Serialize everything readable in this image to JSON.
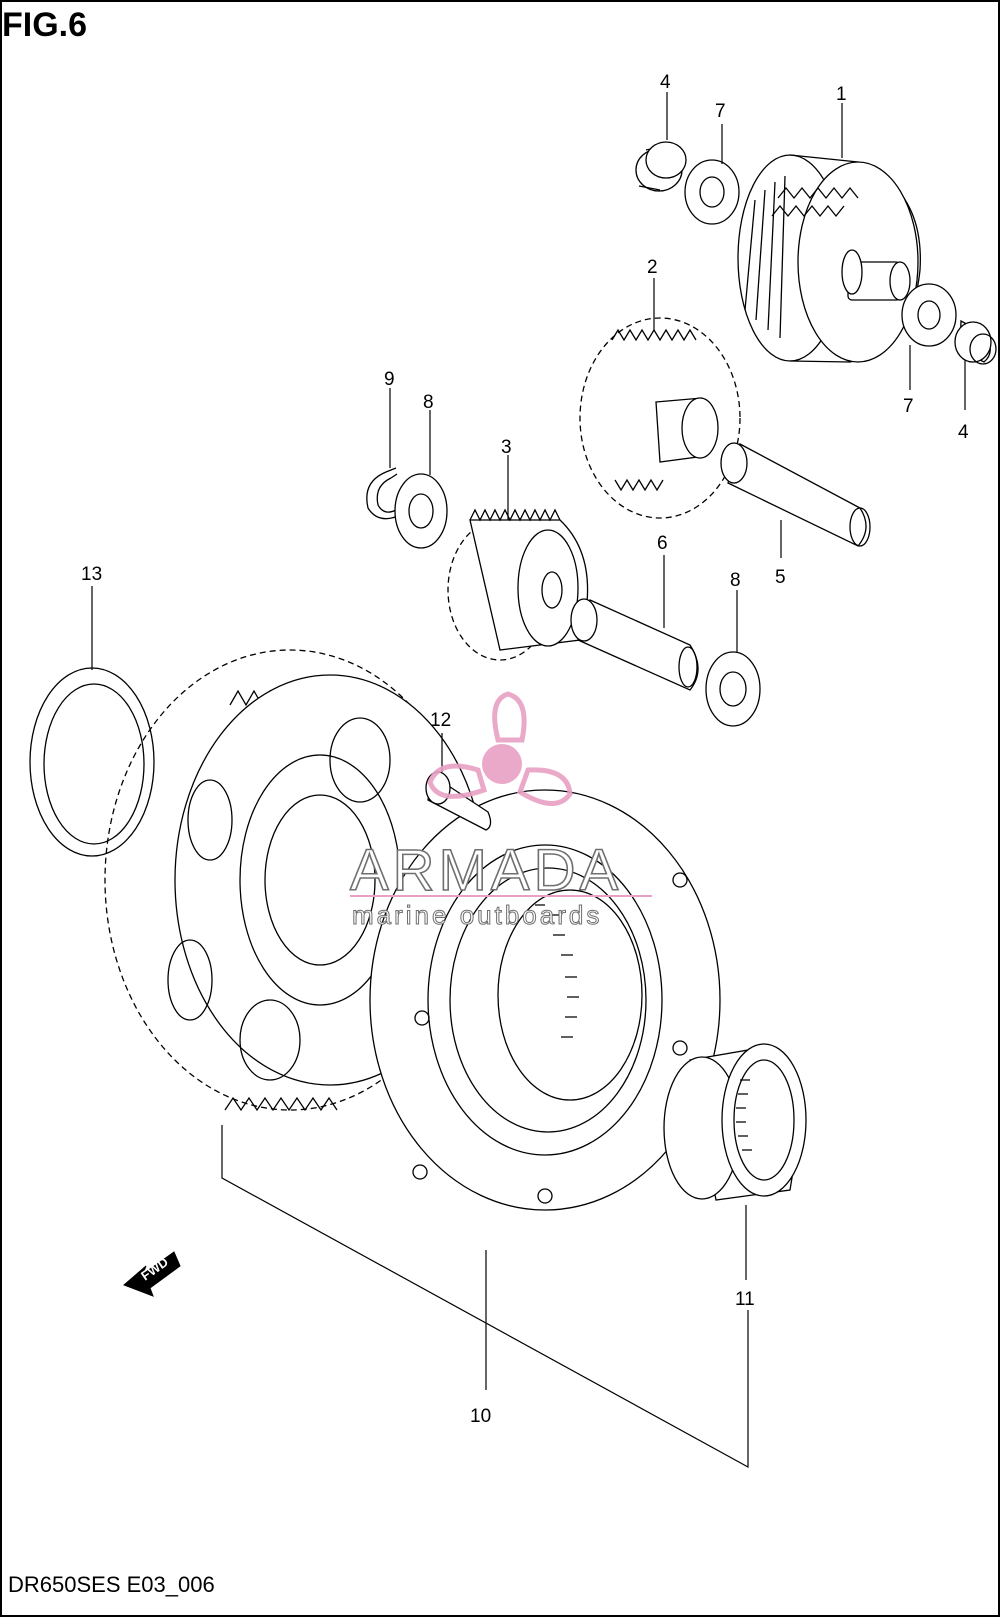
{
  "figure": {
    "title": "FIG.6",
    "code": "DR650SES E03_006"
  },
  "watermark": {
    "brand": "ARMADA",
    "tagline": "marine outboards",
    "color": "#e8a0c4"
  },
  "fwd_label": "FWD",
  "callouts": {
    "p1": "1",
    "p2": "2",
    "p3": "3",
    "p4a": "4",
    "p4b": "4",
    "p5": "5",
    "p6": "6",
    "p7a": "7",
    "p7b": "7",
    "p8a": "8",
    "p8b": "8",
    "p9": "9",
    "p10": "10",
    "p11": "11",
    "p12": "12",
    "p13": "13"
  }
}
